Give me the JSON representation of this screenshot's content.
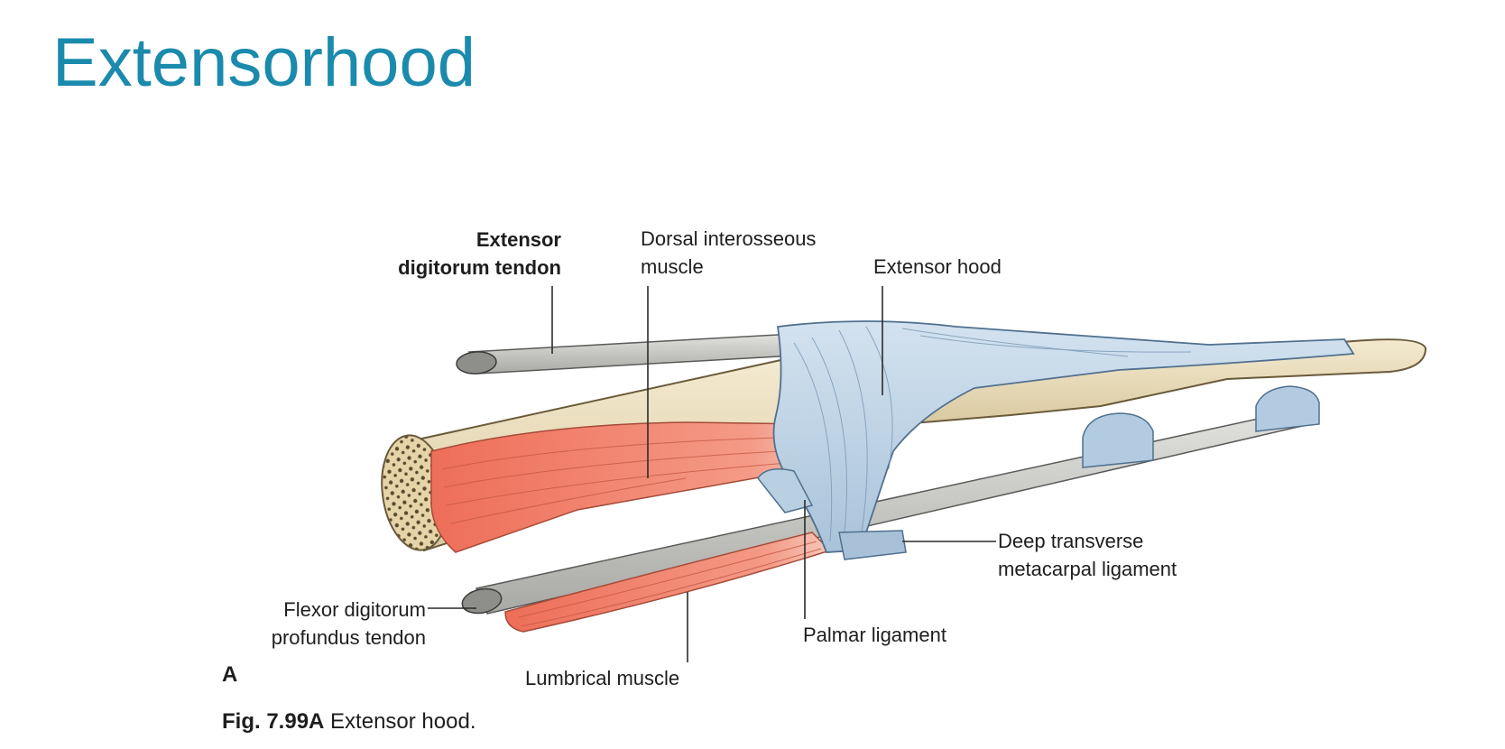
{
  "slide": {
    "title": "Extensorhood"
  },
  "labels": {
    "extensor_digitorum": [
      "Extensor",
      "digitorum tendon"
    ],
    "dorsal_interosseous": [
      "Dorsal interosseous",
      "muscle"
    ],
    "extensor_hood": "Extensor hood",
    "deep_transverse": [
      "Deep transverse",
      "metacarpal ligament"
    ],
    "flexor_digitorum": [
      "Flexor digitorum",
      "profundus tendon"
    ],
    "palmar_ligament": "Palmar ligament",
    "lumbrical": "Lumbrical muscle"
  },
  "figure": {
    "panel": "A",
    "caption_number": "Fig. 7.99A",
    "caption_text": " Extensor hood."
  },
  "colors": {
    "title": "#1a8aad",
    "bone": "#ecdfc0",
    "muscle": "#f07e68",
    "tendon": "#c9c9c6",
    "hood": "#b8cfe3"
  }
}
